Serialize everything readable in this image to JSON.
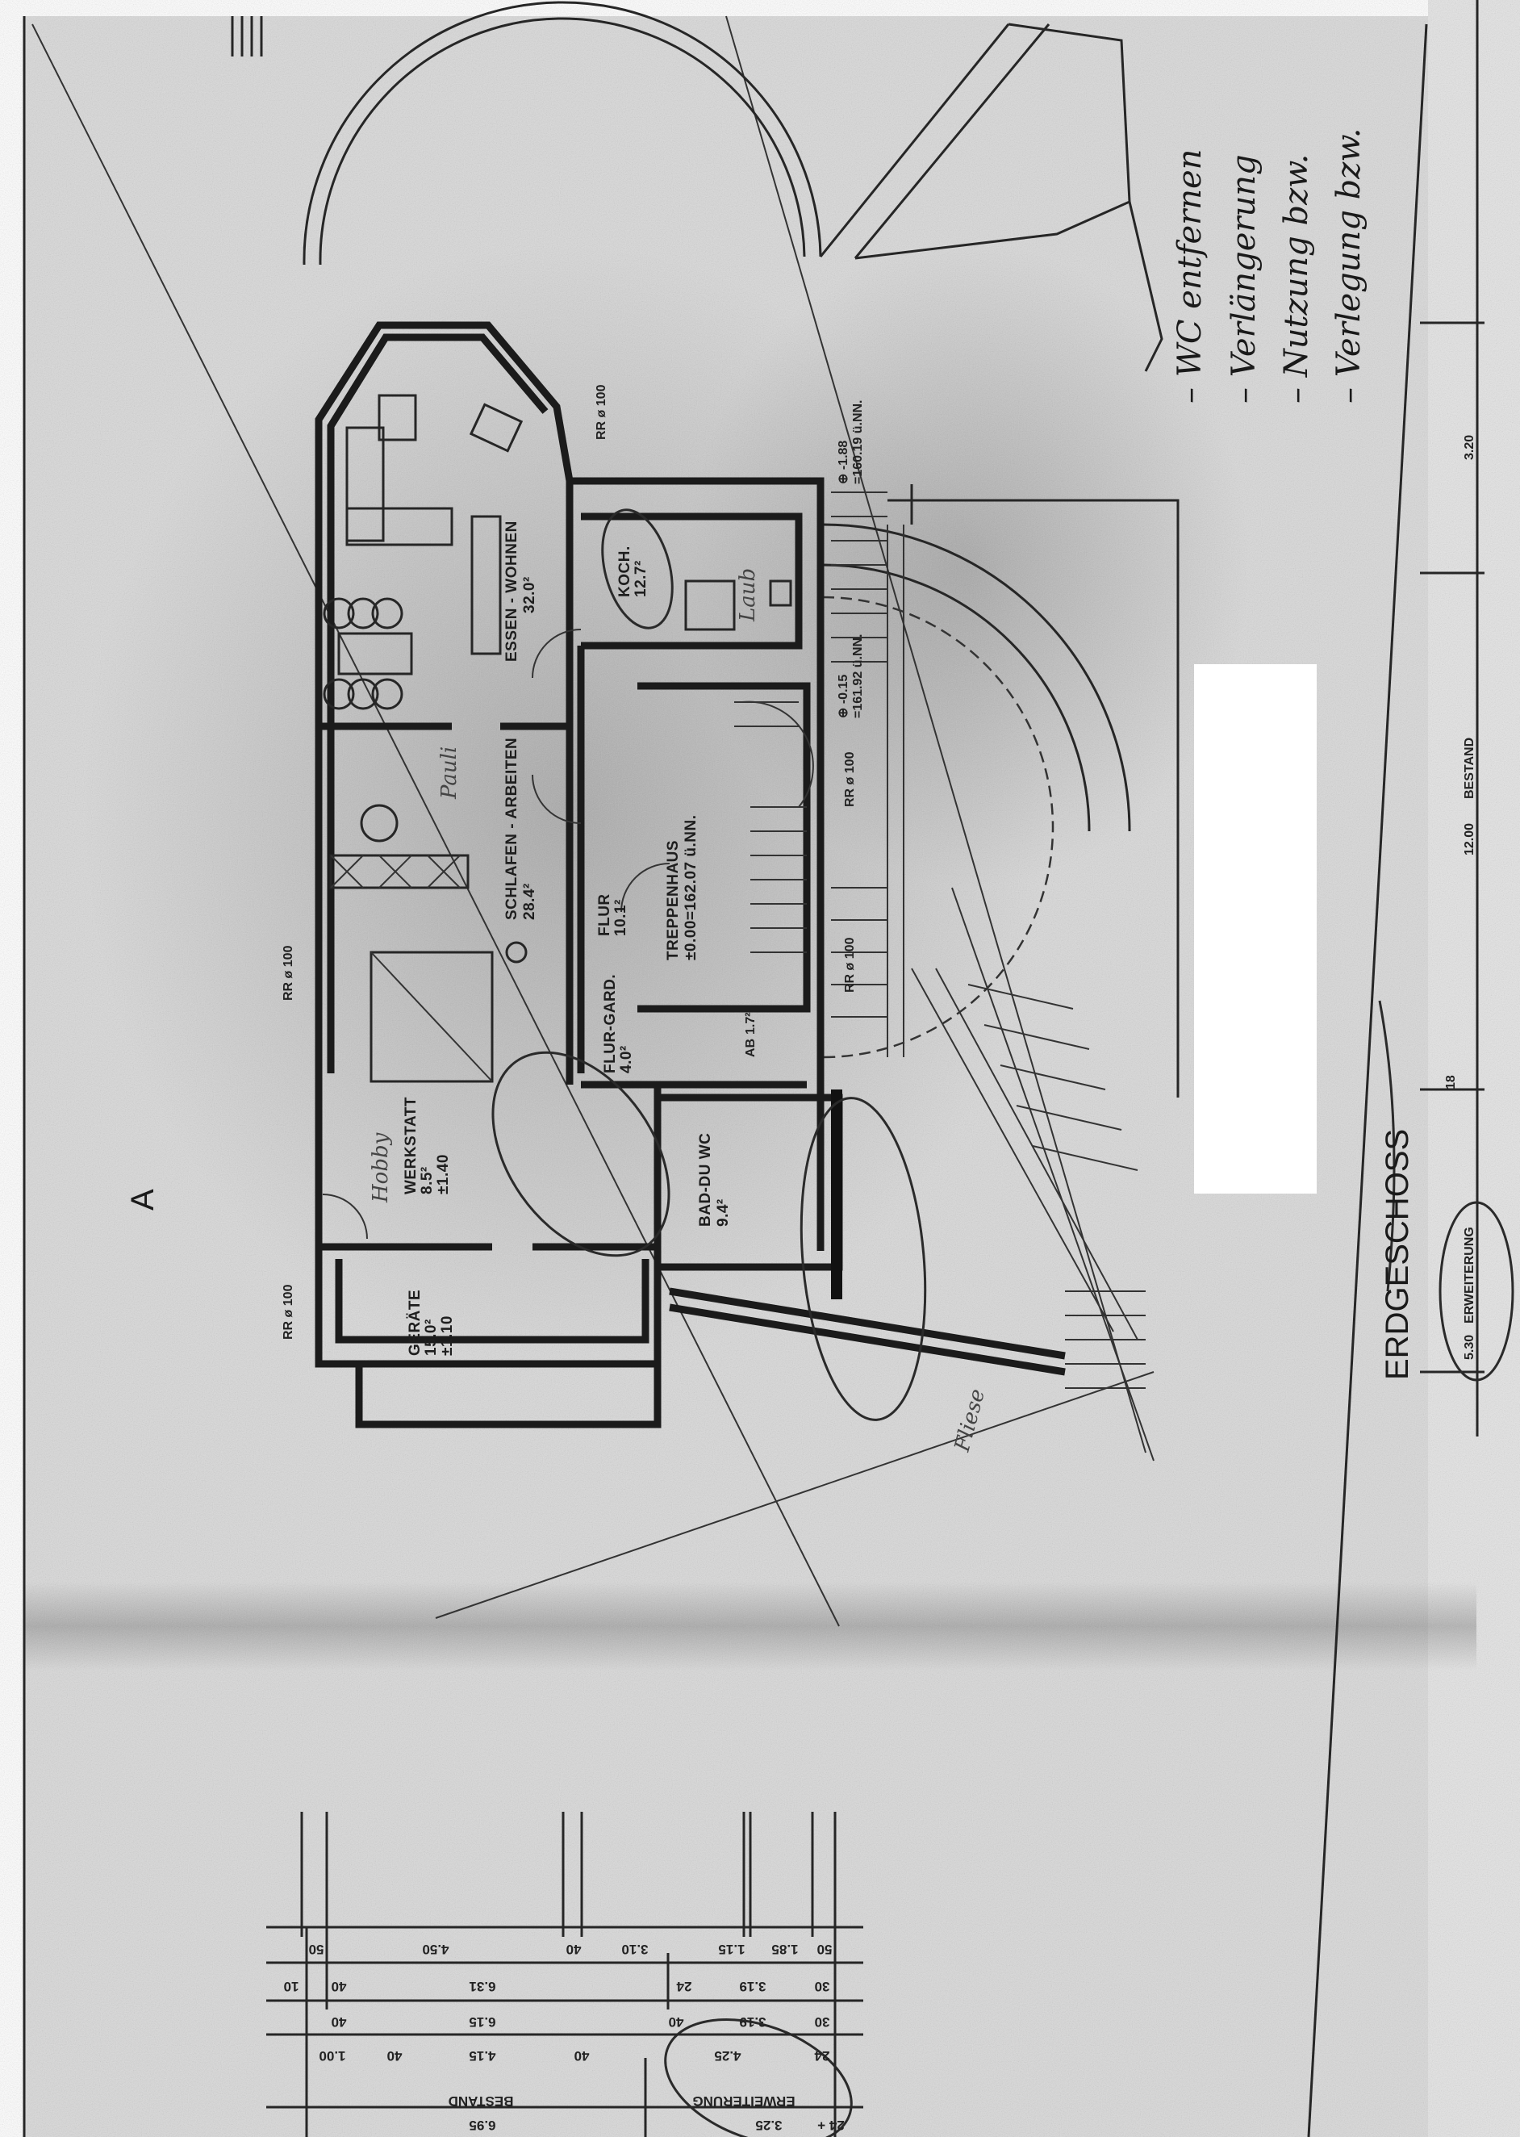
{
  "sheet": {
    "title": "ERDGESCHOSS",
    "north_marker": "A",
    "paper_color": "#d9d9d9",
    "ink_color": "#1b1b1b"
  },
  "rooms": [
    {
      "name": "ESSEN - WOHNEN",
      "area": "32.0²"
    },
    {
      "name": "SCHLAFEN - ARBEITEN",
      "area": "28.4²"
    },
    {
      "name": "KOCH.",
      "area": "12.7²"
    },
    {
      "name": "FLUR",
      "area": "10.1²"
    },
    {
      "name": "TREPPENHAUS",
      "area": "±0.00=162.07 ü.NN."
    },
    {
      "name": "FLUR-GARD.",
      "area": "4.0²"
    },
    {
      "name": "AB",
      "area": "1.7²"
    },
    {
      "name": "BAD-DU WC",
      "area": "9.4²"
    },
    {
      "name": "WERKSTATT",
      "area": "8.5²",
      "level": "±1.40"
    },
    {
      "name": "GERÄTE",
      "area": "15.0²",
      "level": "±1.10"
    }
  ],
  "annotations": {
    "rr": "RR ø 100",
    "level_1": {
      "rel": "⊕ -1.88",
      "abs": "=160.19 ü.NN."
    },
    "level_2": {
      "rel": "⊕ -0.15",
      "abs": "=161.92 ü.NN."
    }
  },
  "dimensions_right": {
    "d1": "3.20",
    "d2": "12.00",
    "d2_label": "BESTAND",
    "d3": "5.30",
    "d3_label": "ERWEITERUNG",
    "d4": "18"
  },
  "dimensions_bottom": {
    "rows": [
      [
        "50",
        "4.50",
        "40",
        "3.10",
        "1.15",
        "1.85",
        "50"
      ],
      [
        "10",
        "40",
        "6.31",
        "24",
        "3.19",
        "30"
      ],
      [
        "40",
        "6.15",
        "40",
        "3.19",
        "30"
      ],
      [
        "1.00",
        "40",
        "4.15",
        "40",
        "4.25",
        "24"
      ]
    ],
    "totals": [
      "6.95",
      "3.25",
      "24 +"
    ],
    "labels": [
      "BESTAND",
      "ERWEITERUNG"
    ]
  },
  "handwriting": {
    "notes": [
      "– WC entfernen",
      "– Verlängerung",
      "– Nutzung bzw.",
      "– Verlegung bzw."
    ],
    "room_notes": [
      "Pauli",
      "Laub",
      "Hobby",
      "Fliese"
    ]
  }
}
